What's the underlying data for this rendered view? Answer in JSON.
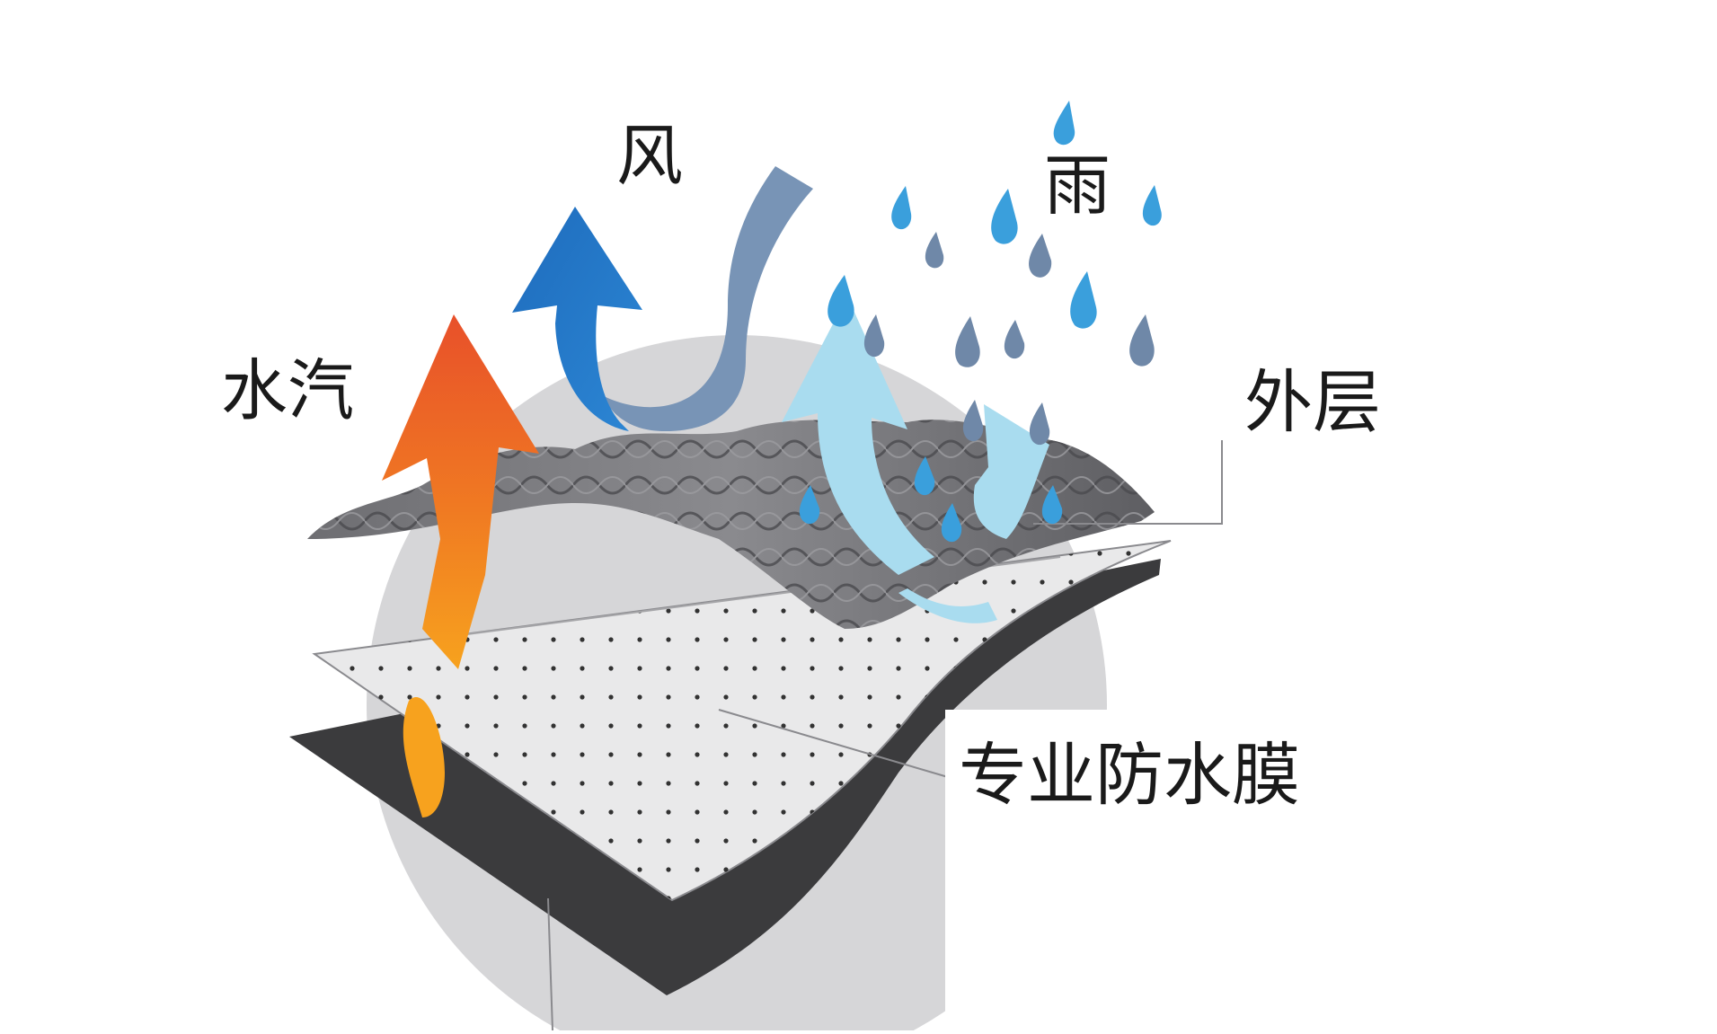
{
  "diagram": {
    "labels": {
      "water_vapor": "水汽",
      "wind": "风",
      "rain": "雨",
      "outer_layer": "外层",
      "waterproof_membrane": "专业防水膜"
    },
    "colors": {
      "background_circle": "#d6d6d8",
      "outer_fabric": "#7a7a7e",
      "membrane": "#e9e9ea",
      "lining": "#3b3b3d",
      "vapor_arrow_top": "#e8502a",
      "vapor_arrow_bottom": "#f7a21e",
      "wind_arrow_front": "#1f6fc0",
      "wind_arrow_back": "#7894b6",
      "light_arrow": "#a9dcef",
      "raindrop_blue": "#3a9fdc",
      "raindrop_grey": "#6f88a8"
    }
  }
}
